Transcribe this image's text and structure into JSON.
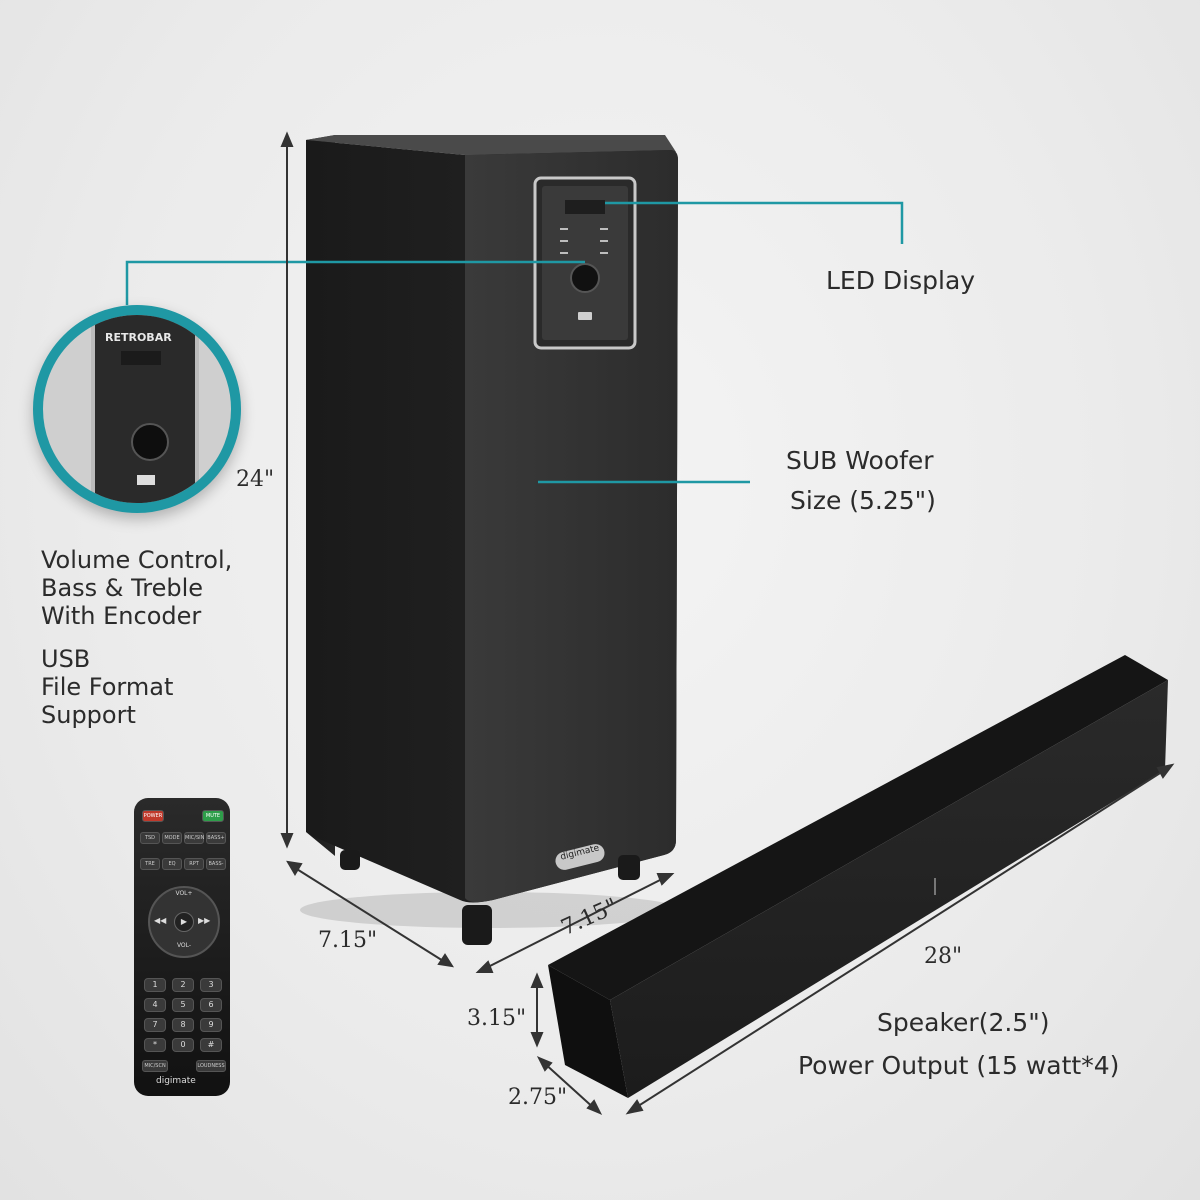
{
  "brand": {
    "panel_logo": "RETROBAR",
    "remote_logo": "digimate",
    "tower_logo": "digimate"
  },
  "callouts": {
    "led_display": "LED Display",
    "subwoofer_line1": "SUB Woofer",
    "subwoofer_line2": "Size (5.25\")",
    "speaker_line1": "Speaker(2.5\")",
    "speaker_line2": "Power Output (15 watt*4)"
  },
  "features": {
    "volume_line1": "Volume Control,",
    "volume_line2": "Bass & Treble",
    "volume_line3": "With Encoder",
    "usb_line1": "USB",
    "usb_line2": "File Format",
    "usb_line3": "Support"
  },
  "dimensions": {
    "tower_height": "24\"",
    "tower_depth": "7.15\"",
    "tower_width": "7.15\"",
    "bar_length": "28\"",
    "bar_height": "3.15\"",
    "bar_depth": "2.75\""
  },
  "remote": {
    "power": "POWER",
    "mute": "MUTE",
    "row1": [
      "TSD",
      "MODE",
      "MIC/SIN",
      "BASS+"
    ],
    "row2": [
      "TRE",
      "EQ",
      "RPT",
      "BASS-"
    ],
    "vol_up": "VOL+",
    "vol_down": "VOL-",
    "digits": [
      "1",
      "2",
      "3",
      "4",
      "5",
      "6",
      "7",
      "8",
      "9",
      "*",
      "0",
      "#"
    ],
    "bottom": [
      "MIC/SCN",
      "LOUDNESS"
    ]
  },
  "colors": {
    "accent_teal": "#1f98a4",
    "product_black": "#2c2c2c",
    "background": "#ececec"
  }
}
